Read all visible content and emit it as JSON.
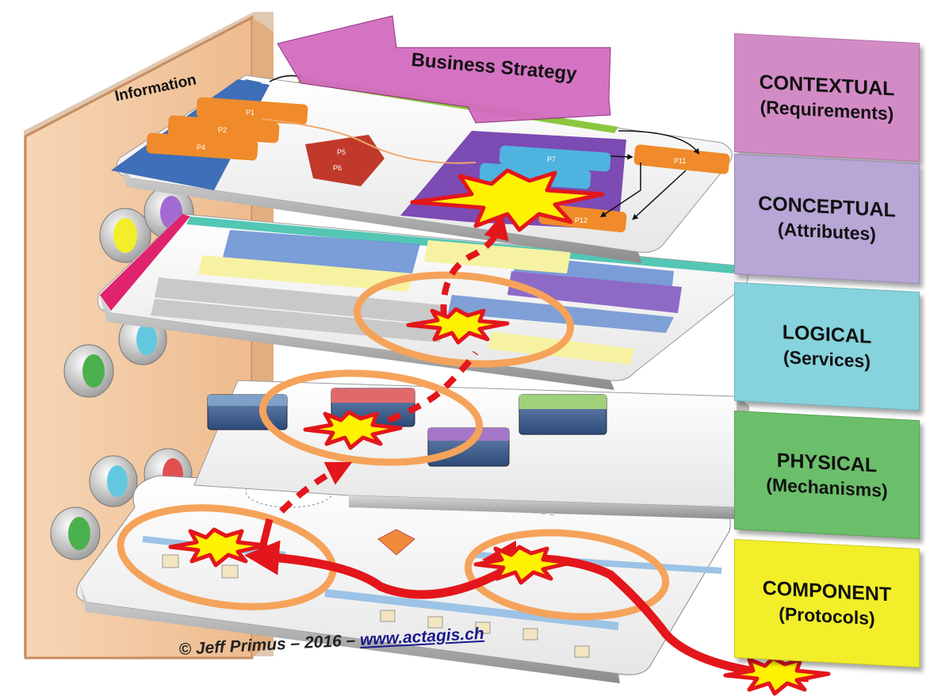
{
  "title": "Business Strategy",
  "information_panel": {
    "label": "Information"
  },
  "layers": [
    {
      "key": "contextual",
      "name": "CONTEXTUAL",
      "subtitle": "(Requirements)",
      "color": "#d38bc6"
    },
    {
      "key": "conceptual",
      "name": "CONCEPTUAL",
      "subtitle": "(Attributes)",
      "color": "#b7a6d6"
    },
    {
      "key": "logical",
      "name": "LOGICAL",
      "subtitle": "(Services)",
      "color": "#86d3de"
    },
    {
      "key": "physical",
      "name": "PHYSICAL",
      "subtitle": "(Mechanisms)",
      "color": "#6cbf6a"
    },
    {
      "key": "component",
      "name": "COMPONENT",
      "subtitle": "(Protocols)",
      "color": "#f2ee2a"
    }
  ],
  "process_labels": [
    "P1",
    "P2",
    "P4",
    "P5",
    "P6",
    "P7",
    "P11",
    "P12"
  ],
  "footer": {
    "copyright": "© Jeff Primus – 2016 –",
    "link": "www.actagis.ch"
  },
  "colors": {
    "attack_red": "#e3161b",
    "burst_yellow": "#fff200",
    "ring_orange": "#f5a35a",
    "wall": "#f3c9a3"
  }
}
